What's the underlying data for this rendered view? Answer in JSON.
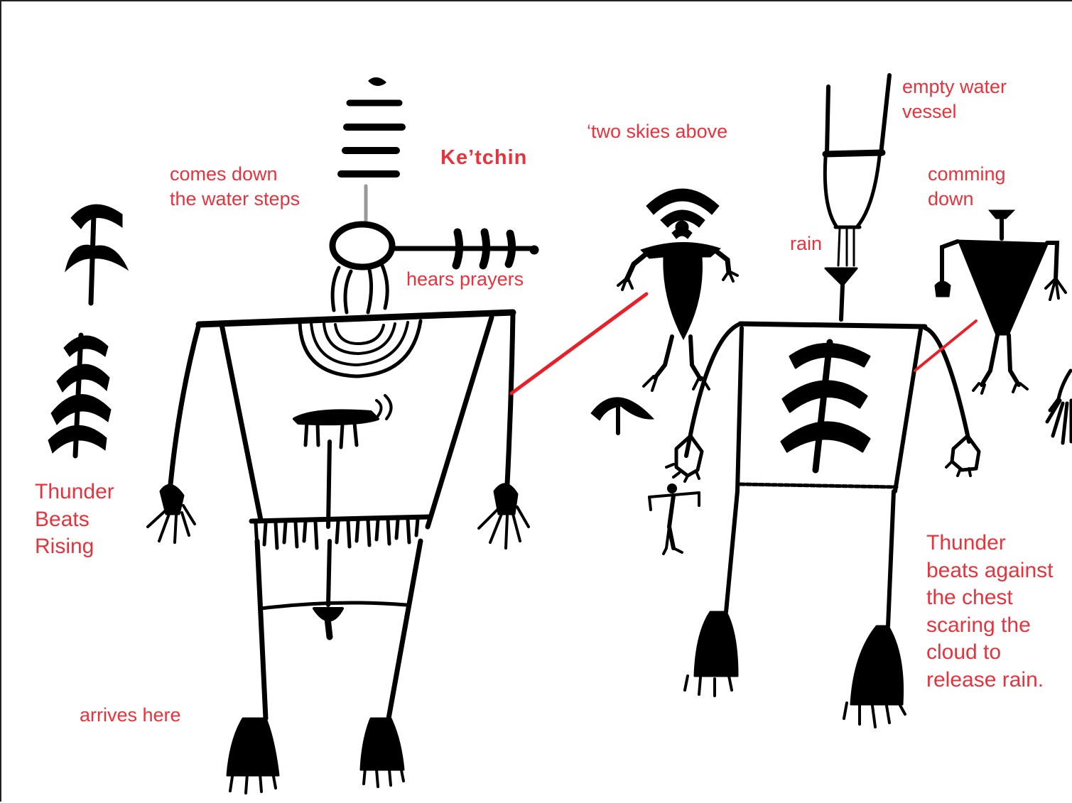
{
  "labels": {
    "thunder_beats_rising": "Thunder\nBeats\nRising",
    "comes_down": "comes down\nthe water steps",
    "ketchin": "Ke’tchin",
    "hears_prayers": "hears prayers",
    "arrives_here": "arrives here",
    "two_skies_above": "‘two skies above",
    "empty_water_vessel": "empty water\nvessel",
    "comming_down": "comming\ndown",
    "rain": "rain",
    "thunder_beats_against": "Thunder\nbeats against\nthe chest\nscaring the\ncloud to\nrelease rain."
  },
  "colors": {
    "annotation_text": "#e8323c",
    "connector_line": "#e8202a",
    "ink": "#000000",
    "background": "#ffffff"
  }
}
